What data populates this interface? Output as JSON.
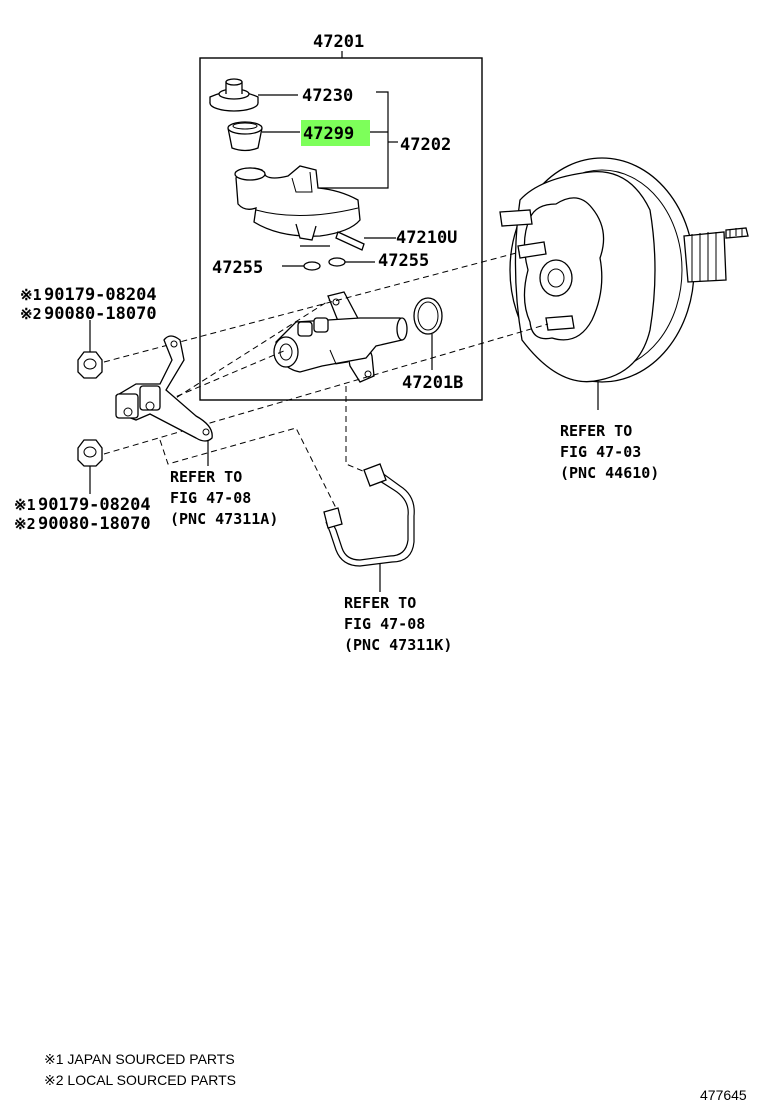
{
  "assembly_label": "47201",
  "parts": {
    "reservoir_cap": "47230",
    "strainer": "47299",
    "reservoir_assembly": "47202",
    "hose": "47210U",
    "grommet_left": "47255",
    "grommet_right": "47255",
    "o_ring": "47201B"
  },
  "highlight_color": "#7dff5a",
  "fasteners": {
    "upper": [
      {
        "mark": "※1",
        "number": "90179-08204"
      },
      {
        "mark": "※2",
        "number": "90080-18070"
      }
    ],
    "lower": [
      {
        "mark": "※1",
        "number": "90179-08204"
      },
      {
        "mark": "※2",
        "number": "90080-18070"
      }
    ]
  },
  "refs": {
    "booster": [
      "REFER TO",
      "FIG 47-03",
      "(PNC 44610)"
    ],
    "bracket": [
      "REFER TO",
      "FIG 47-08",
      "(PNC 47311A)"
    ],
    "tube": [
      "REFER TO",
      "FIG 47-08",
      "(PNC 47311K)"
    ]
  },
  "notes": [
    "※1 JAPAN SOURCED PARTS",
    "※2 LOCAL SOURCED PARTS"
  ],
  "figure_number": "477645"
}
